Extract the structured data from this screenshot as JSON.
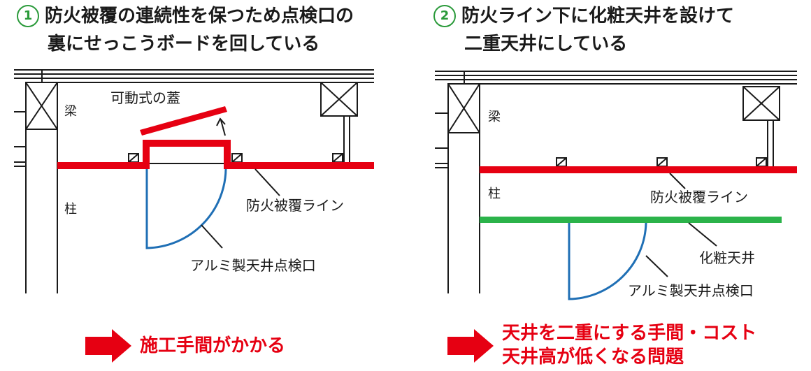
{
  "left": {
    "number": "1",
    "title_line1": "防火被覆の連続性を保つため点検口の",
    "title_line2": "裏にせっこうボードを回している",
    "label_beam": "梁",
    "label_column": "柱",
    "label_lid": "可動式の蓋",
    "label_fire_line": "防火被覆ライン",
    "label_hatch": "アルミ製天井点検口",
    "result_line1": "施工手間がかかる"
  },
  "right": {
    "number": "2",
    "title_line1": "防火ライン下に化粧天井を設けて",
    "title_line2": "二重天井にしている",
    "label_beam": "梁",
    "label_column": "柱",
    "label_fire_line": "防火被覆ライン",
    "label_finish_ceiling": "化粧天井",
    "label_hatch": "アルミ製天井点検口",
    "result_line1": "天井を二重にする手間・コスト",
    "result_line2": "天井高が低くなる問題"
  },
  "colors": {
    "fire_line": "#e60012",
    "hatch": "#1f6fb5",
    "finish_ceiling": "#2bb34a",
    "number": "#2a9a3a",
    "result": "#e60012"
  }
}
